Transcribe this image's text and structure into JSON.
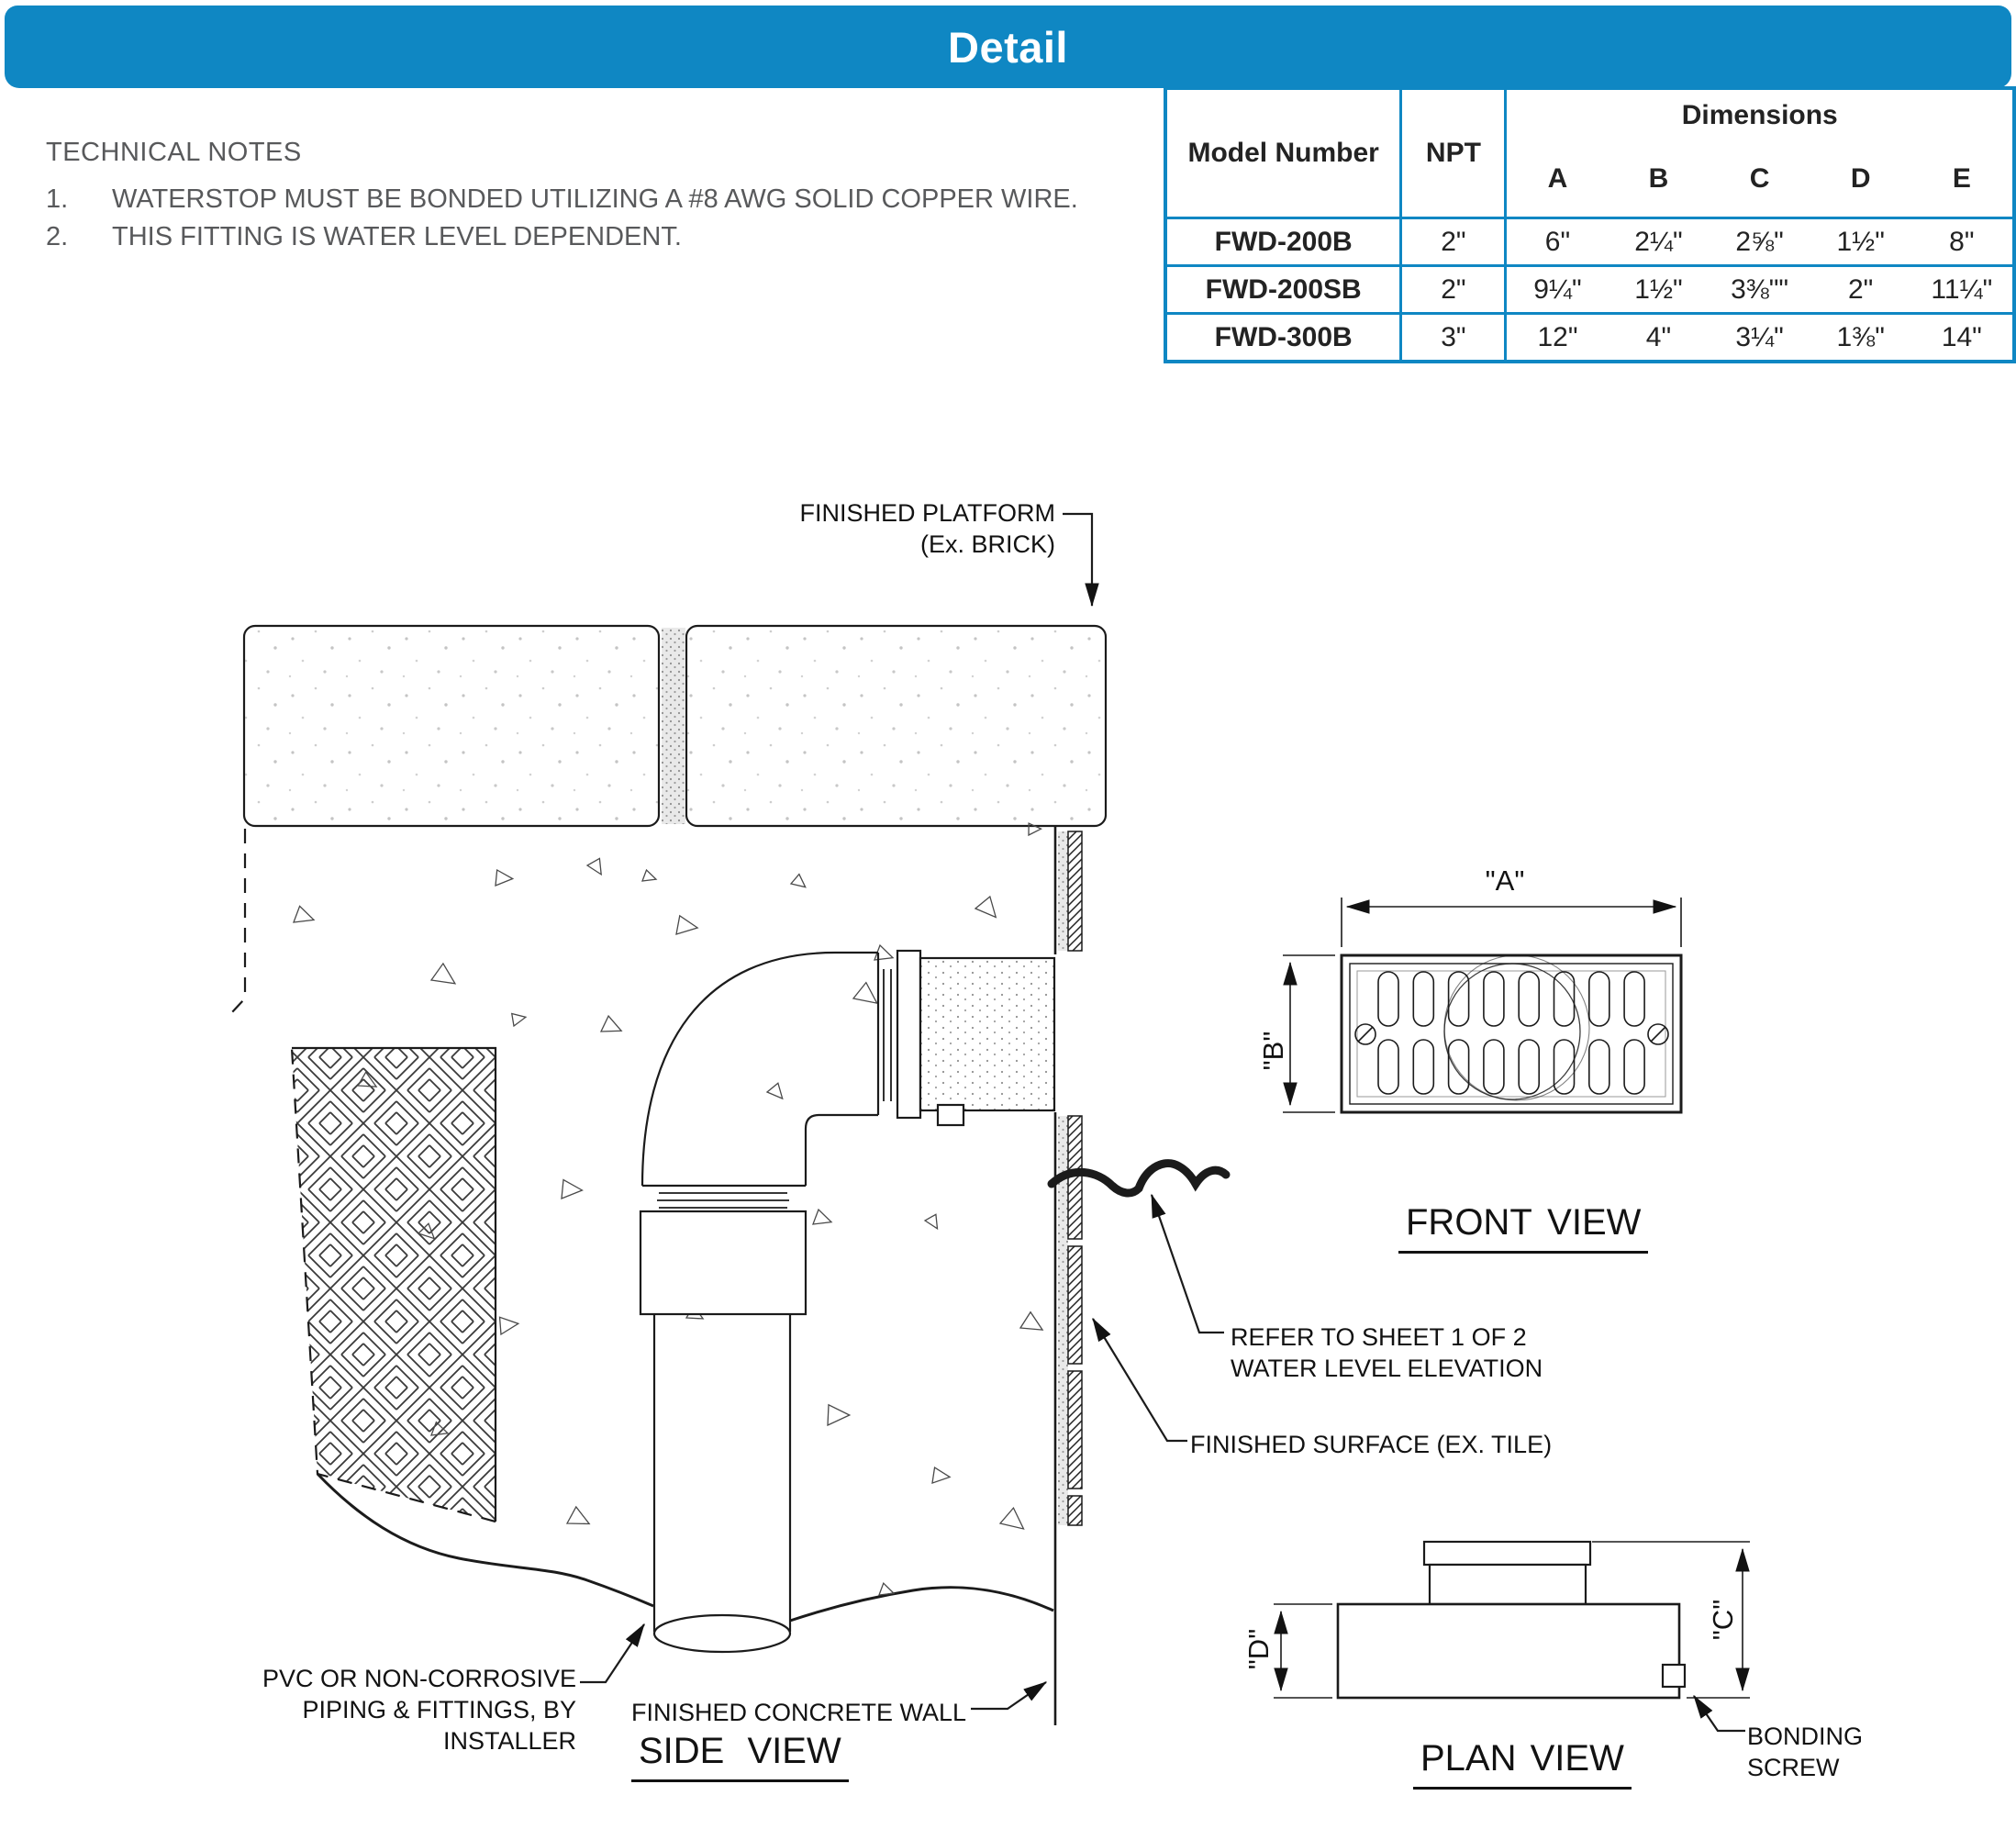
{
  "accent_color": "#0f87c3",
  "note_text_color": "#58595b",
  "header": {
    "title": "Detail"
  },
  "notes": {
    "title": "TECHNICAL NOTES",
    "items": [
      {
        "num": "1.",
        "text": "WATERSTOP MUST BE BONDED UTILIZING A #8 AWG SOLID COPPER WIRE."
      },
      {
        "num": "2.",
        "text": "THIS FITTING IS WATER LEVEL DEPENDENT."
      }
    ]
  },
  "table": {
    "col_model": "Model Number",
    "col_npt": "NPT",
    "group": "Dimensions",
    "dims": [
      "A",
      "B",
      "C",
      "D",
      "E"
    ],
    "rows": [
      {
        "model": "FWD-200B",
        "npt": "2\"",
        "dims": [
          "6\"",
          "2¼\"",
          "2⅝\"",
          "1½\"",
          "8\""
        ]
      },
      {
        "model": "FWD-200SB",
        "npt": "2\"",
        "dims": [
          "9¼\"",
          "1½\"",
          "3⅜\"\"",
          "2\"",
          "11¼\""
        ]
      },
      {
        "model": "FWD-300B",
        "npt": "3\"",
        "dims": [
          "12\"",
          "4\"",
          "3¼\"",
          "1⅜\"",
          "14\""
        ]
      }
    ]
  },
  "side_view": {
    "title": "SIDE VIEW",
    "labels": {
      "platform": [
        "FINISHED PLATFORM",
        "(Ex. BRICK)"
      ],
      "refer": [
        "REFER TO SHEET 1 OF 2",
        "WATER LEVEL ELEVATION"
      ],
      "surface": "FINISHED SURFACE (EX. TILE)",
      "pvc": [
        "PVC OR NON-CORROSIVE",
        "PIPING & FITTINGS, BY",
        "INSTALLER"
      ],
      "wall": "FINISHED CONCRETE WALL"
    }
  },
  "front_view": {
    "title": "FRONT VIEW",
    "dim_a": "\"A\"",
    "dim_b": "\"B\""
  },
  "plan_view": {
    "title": "PLAN VIEW",
    "dim_c": "\"C\"",
    "dim_d": "\"D\"",
    "bonding": [
      "BONDING",
      "SCREW"
    ]
  }
}
